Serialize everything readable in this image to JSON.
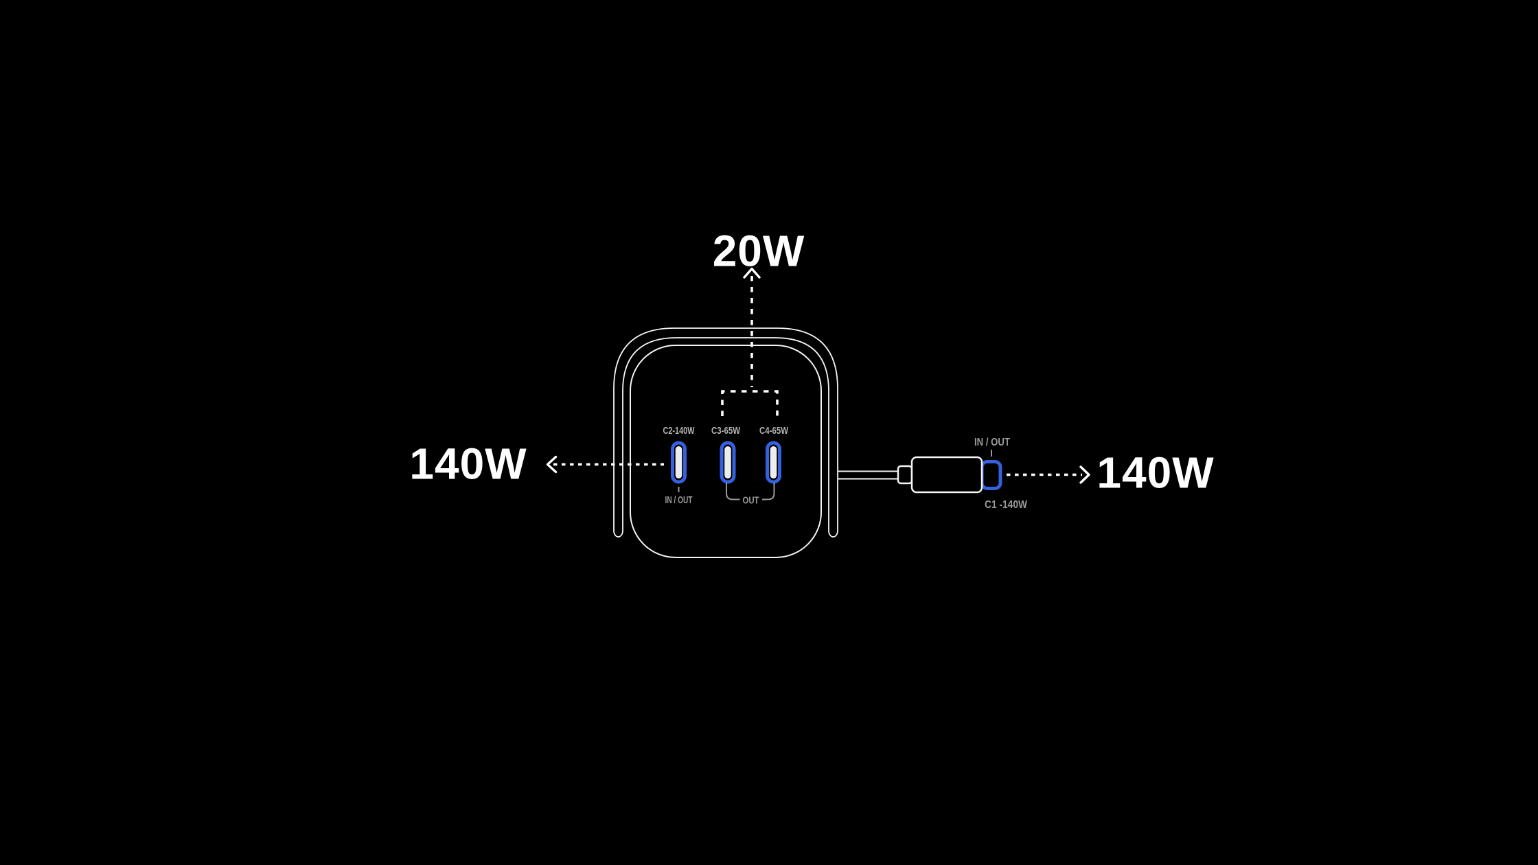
{
  "colors": {
    "background": "#000000",
    "line_white": "#f4f4f4",
    "accent_blue": "#3560df",
    "port_label_gray": "#b3b3b3",
    "direction_gray": "#9a9a9a"
  },
  "power_labels": {
    "top": "20W",
    "left": "140W",
    "right": "140W"
  },
  "charger": {
    "ports": [
      {
        "id": "C2",
        "label": "C2-140W",
        "direction": "IN / OUT"
      },
      {
        "id": "C3",
        "label": "C3-65W",
        "direction": "OUT"
      },
      {
        "id": "C4",
        "label": "C4-65W",
        "direction": "OUT"
      }
    ],
    "c2_direction": "IN / OUT",
    "c3_c4_shared_direction": "OUT"
  },
  "cable": {
    "direction": "IN / OUT",
    "label": "C1 -140W"
  }
}
